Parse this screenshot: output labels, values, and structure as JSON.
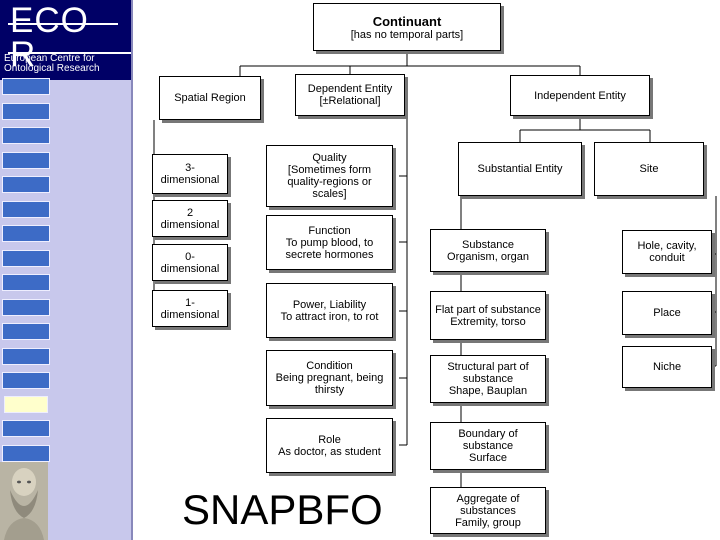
{
  "logo": {
    "text": "ECO R",
    "tagline": "European Centre for Ontological Research"
  },
  "diagram_label": "SNAPBFO",
  "nodes": {
    "continuant": {
      "title": "Continuant",
      "sub": "[has no temporal parts]"
    },
    "spatial_region": {
      "title": "Spatial Region"
    },
    "dependent_entity": {
      "title": "Dependent Entity",
      "sub": "[±Relational]"
    },
    "independent_entity": {
      "title": "Independent Entity"
    },
    "three_d": {
      "title": "3-",
      "sub": "dimensional"
    },
    "two_d": {
      "title": "2",
      "sub": "dimensional"
    },
    "zero_d": {
      "title": "0-",
      "sub": "dimensional"
    },
    "one_d": {
      "title": "1-",
      "sub": "dimensional"
    },
    "quality": {
      "title": "Quality",
      "sub": "[Sometimes form quality-regions or scales]"
    },
    "function": {
      "title": "Function",
      "sub": "To pump blood, to secrete hormones"
    },
    "power": {
      "title": "Power, Liability",
      "sub": "To attract iron, to rot"
    },
    "condition": {
      "title": "Condition",
      "sub": "Being pregnant, being thirsty"
    },
    "role": {
      "title": "Role",
      "sub": "As doctor, as student"
    },
    "substantial_entity": {
      "title": "Substantial Entity"
    },
    "site": {
      "title": "Site"
    },
    "substance": {
      "title": "Substance",
      "sub": "Organism, organ"
    },
    "flat_part": {
      "title": "Flat part of substance",
      "sub": "Extremity, torso"
    },
    "structural_part": {
      "title": "Structural part of substance",
      "sub": "Shape, Bauplan"
    },
    "boundary": {
      "title": "Boundary of substance",
      "sub": "Surface"
    },
    "aggregate": {
      "title": "Aggregate of substances",
      "sub": "Family, group"
    },
    "hole": {
      "title": "Hole, cavity, conduit"
    },
    "place": {
      "title": "Place"
    },
    "niche": {
      "title": "Niche"
    }
  }
}
